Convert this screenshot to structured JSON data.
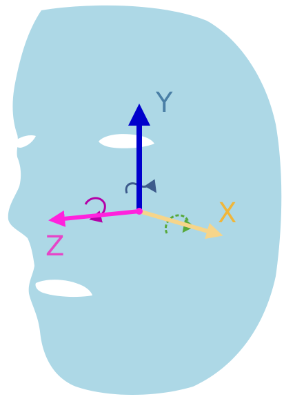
{
  "colors": {
    "face": "#add8e6",
    "cutout": "#ffffff",
    "x_axis": "#f6d58a",
    "y_axis": "#0000cc",
    "z_axis": "#ff22dd",
    "x_label": "#f0b63a",
    "y_label": "#4a7fa6",
    "z_label": "#e645c8",
    "y_rotation": "#3d5b8c",
    "x_rotation": "#57a83a",
    "z_rotation": "#b400a8"
  },
  "icons": {
    "x_rotation": "curved-arrow-icon",
    "y_rotation": "curved-arrow-icon",
    "z_rotation": "curved-arrow-icon"
  },
  "axes": {
    "x": {
      "label": "X"
    },
    "y": {
      "label": "Y"
    },
    "z": {
      "label": "Z"
    }
  }
}
